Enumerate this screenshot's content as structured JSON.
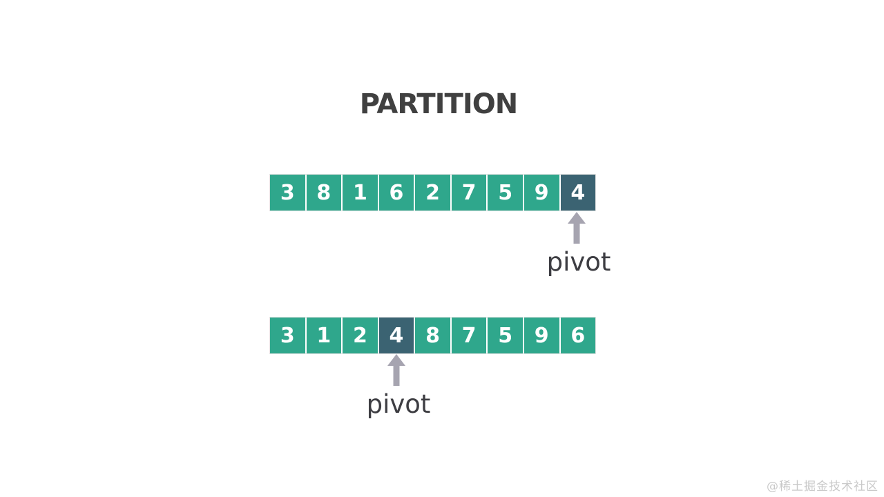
{
  "title": "PARTITION",
  "colors": {
    "cell_teal": "#2fa78c",
    "cell_pivot": "#3b6372",
    "arrow_gray": "#a6a4b0",
    "text_dark": "#3d3d42",
    "title_gray": "#404040",
    "watermark_gray": "#c9c9c9"
  },
  "arrays": [
    {
      "values": [
        3,
        8,
        1,
        6,
        2,
        7,
        5,
        9,
        4
      ],
      "pivot_index": 8,
      "pivot_value": 4,
      "pivot_label": "pivot"
    },
    {
      "values": [
        3,
        1,
        2,
        4,
        8,
        7,
        5,
        9,
        6
      ],
      "pivot_index": 3,
      "pivot_value": 4,
      "pivot_label": "pivot"
    }
  ],
  "watermark": "@稀土掘金技术社区"
}
